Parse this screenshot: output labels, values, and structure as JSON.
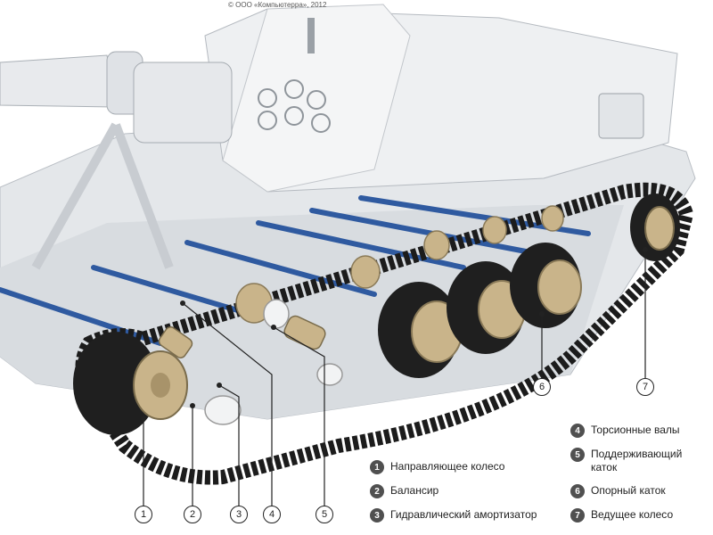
{
  "copyright": "© ООО «Компьютерра», 2012",
  "legend": [
    {
      "num": "1",
      "label": "Направляющее колесо"
    },
    {
      "num": "2",
      "label": "Балансир"
    },
    {
      "num": "3",
      "label": "Гидравлический амортизатор"
    },
    {
      "num": "4",
      "label": "Торсионные валы"
    },
    {
      "num": "5",
      "label": "Поддерживающий\nкаток"
    },
    {
      "num": "6",
      "label": "Опорный каток"
    },
    {
      "num": "7",
      "label": "Ведущее колесо"
    }
  ],
  "callouts": [
    "1",
    "2",
    "3",
    "4",
    "5",
    "6",
    "7"
  ],
  "colors": {
    "hull": "#e9ebee",
    "hull_shadow": "#cfd3d8",
    "torsion_bar": "#2f5aa0",
    "wheel_hub": "#c9b48a",
    "track": "#1c1c1c",
    "legend_badge": "#505050"
  }
}
